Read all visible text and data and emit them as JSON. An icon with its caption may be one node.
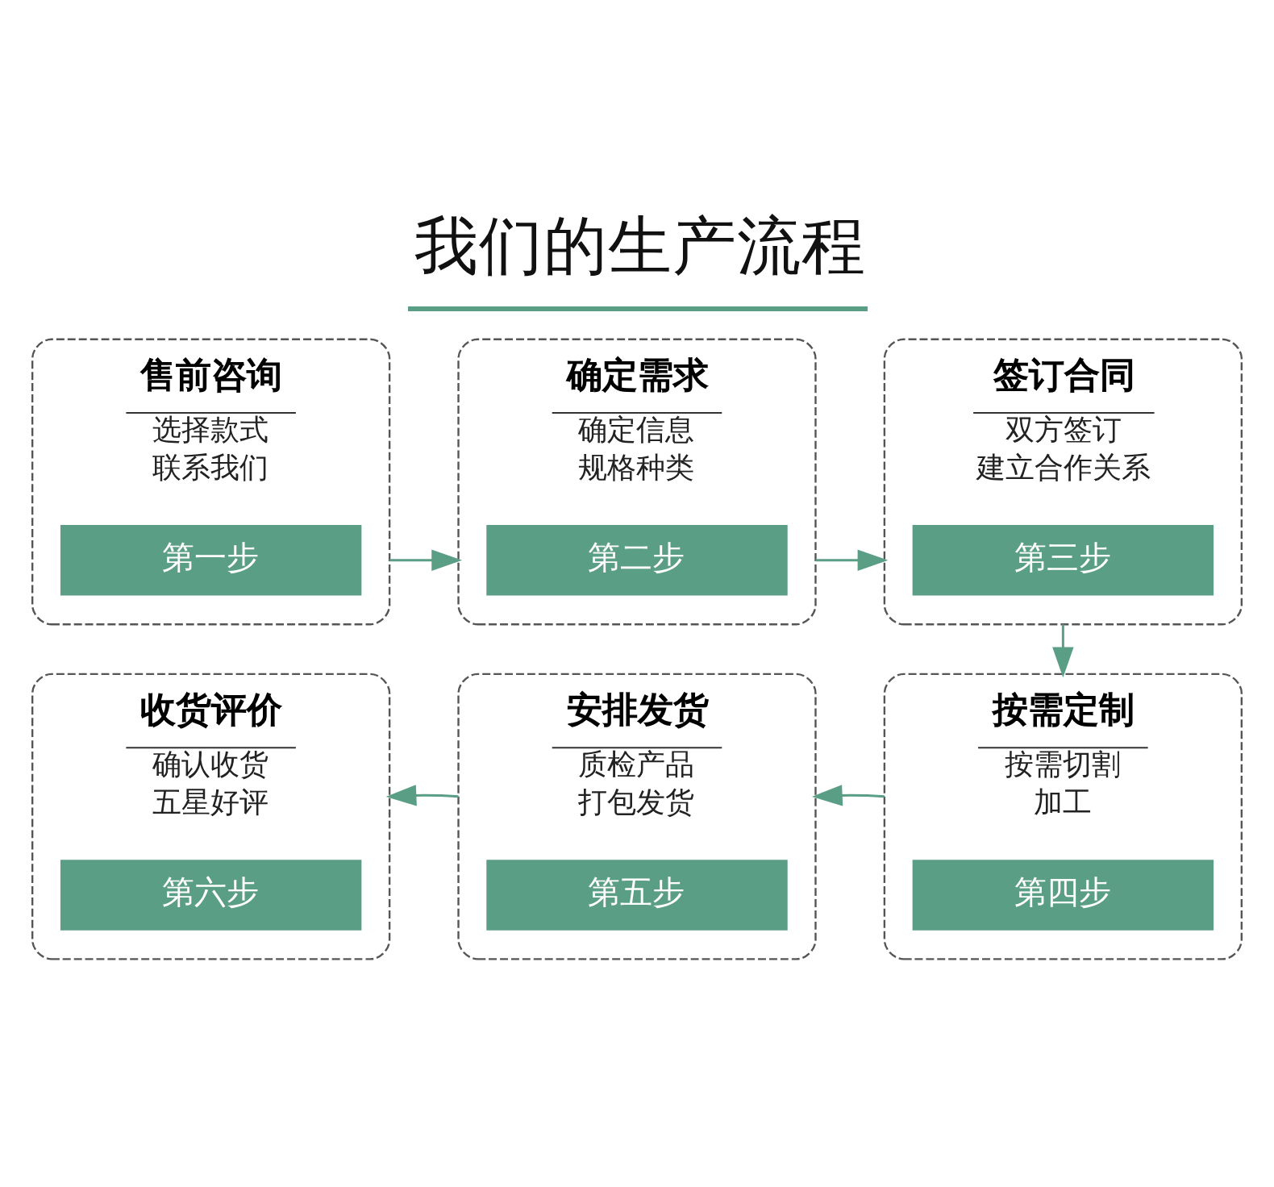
{
  "diagram": {
    "title": "我们的生产流程",
    "nodes": [
      {
        "text": [
          "售前咨询",
          "选择款式",
          "联系我们"
        ]
      },
      {
        "text": [
          "第一步"
        ],
        "in": 0
      },
      {
        "text": [
          "确定需求",
          "确定信息",
          "规格种类"
        ]
      },
      {
        "text": [
          "第二步"
        ],
        "in": 2
      },
      {
        "text": [
          "签订合同",
          "双方签订",
          "建立合作关系"
        ]
      },
      {
        "text": [
          "第三步"
        ],
        "in": 4
      },
      {
        "text": [
          "按需定制",
          "按需切割",
          "加工"
        ]
      },
      {
        "text": [
          "第四步"
        ],
        "in": 6
      },
      {
        "text": [
          "安排发货",
          "质检产品",
          "打包发货"
        ]
      },
      {
        "text": [
          "第五步"
        ],
        "in": 8
      },
      {
        "text": [
          "收货评价",
          "确认收货",
          "五星好评"
        ]
      },
      {
        "text": [
          "第六步"
        ],
        "in": 10
      }
    ],
    "edges": [
      {
        "from": 0,
        "to": 2,
        "arrow": "to"
      },
      {
        "from": 2,
        "to": 4,
        "arrow": "to"
      },
      {
        "from": 4,
        "to": 6,
        "arrow": "to"
      },
      {
        "from": 6,
        "to": 8,
        "arrow": "to"
      },
      {
        "from": 8,
        "to": 10,
        "arrow": "to"
      }
    ]
  }
}
